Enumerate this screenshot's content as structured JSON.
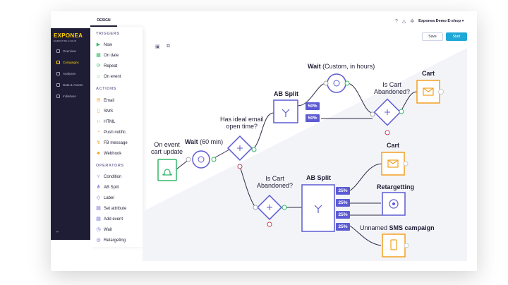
{
  "brand": {
    "logo": "EXPONEA",
    "subtitle": "MARKETING CLOUD"
  },
  "sidebar": {
    "items": [
      {
        "label": "Overview"
      },
      {
        "label": "Campaigns"
      },
      {
        "label": "Analyses"
      },
      {
        "label": "Data & Assets"
      },
      {
        "label": "Initiatives"
      }
    ],
    "collapse_icon": "collapse-icon"
  },
  "design_tab": {
    "label": "DESIGN"
  },
  "panel": {
    "triggers_title": "TRIGGERS",
    "triggers": [
      {
        "label": "Now",
        "icon": "play-icon"
      },
      {
        "label": "On date",
        "icon": "calendar-icon"
      },
      {
        "label": "Repeat",
        "icon": "repeat-icon"
      },
      {
        "label": "On event",
        "icon": "bell-icon"
      }
    ],
    "actions_title": "ACTIONS",
    "actions": [
      {
        "label": "Email",
        "icon": "email-icon"
      },
      {
        "label": "SMS",
        "icon": "sms-icon"
      },
      {
        "label": "HTML",
        "icon": "code-icon"
      },
      {
        "label": "Push notific.",
        "icon": "push-icon"
      },
      {
        "label": "FB message",
        "icon": "fb-icon"
      },
      {
        "label": "Webhook",
        "icon": "webhook-icon"
      }
    ],
    "operators_title": "OPERATORS",
    "operators": [
      {
        "label": "Condition",
        "icon": "condition-icon"
      },
      {
        "label": "AB Split",
        "icon": "split-icon"
      },
      {
        "label": "Label",
        "icon": "label-icon"
      },
      {
        "label": "Set attribute",
        "icon": "attribute-icon"
      },
      {
        "label": "Add event",
        "icon": "add-event-icon"
      },
      {
        "label": "Wait",
        "icon": "clock-icon"
      },
      {
        "label": "Retargeting",
        "icon": "target-icon"
      }
    ]
  },
  "header": {
    "project": "Exponea Demo E-shop",
    "save_label": "Save",
    "start_label": "Start"
  },
  "flow": {
    "on_event": "On event\ncart update",
    "wait1_bold": "Wait",
    "wait1_rest": " (60 min)",
    "condition1": "Has ideal email\nopen time?",
    "ab1": "AB Split",
    "ab1_pcts": [
      "50%",
      "50%"
    ],
    "wait2_bold": "Wait",
    "wait2_rest": " (Custom, in hours)",
    "cart_q1": "Is Cart\nAbandoned?",
    "cart1": "Cart",
    "cart_q2": "Is Cart\nAbandoned?",
    "ab2": "AB Split",
    "ab2_pcts": [
      "25%",
      "25%",
      "25%",
      "25%"
    ],
    "cart2": "Cart",
    "retarget": "Retargetting",
    "sms_prefix": "Unnamed",
    "sms_bold": "SMS campaign"
  },
  "colors": {
    "purple": "#5c5bd3",
    "green": "#35b86b",
    "orange": "#f4a020",
    "red": "#c8405c",
    "navy": "#1f1d35"
  }
}
